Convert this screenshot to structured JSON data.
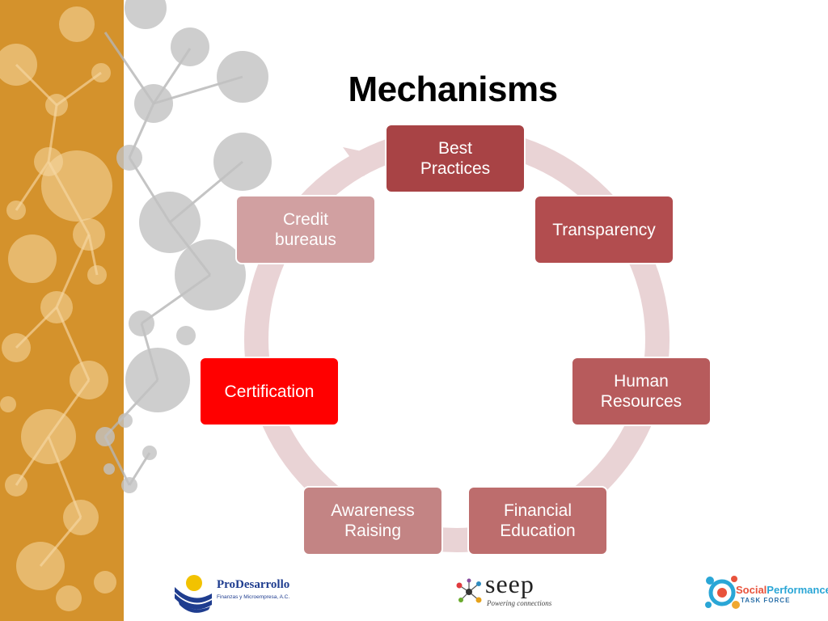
{
  "slide": {
    "title": "Mechanisms"
  },
  "cycle": {
    "nodes": [
      {
        "id": "best-practices",
        "label": "Best\nPractices",
        "color": "#a84345"
      },
      {
        "id": "transparency",
        "label": "Transparency",
        "color": "#b24d4f"
      },
      {
        "id": "human-resources",
        "label": "Human\nResources",
        "color": "#b75b5c"
      },
      {
        "id": "financial-education",
        "label": "Financial\nEducation",
        "color": "#bd6d6d"
      },
      {
        "id": "awareness-raising",
        "label": "Awareness\nRaising",
        "color": "#c38484"
      },
      {
        "id": "certification",
        "label": "Certification",
        "color": "#ff0000"
      },
      {
        "id": "credit-bureaus",
        "label": "Credit\nbureaus",
        "color": "#d1a0a1"
      }
    ],
    "ring_color": "#e9d3d5"
  },
  "colors": {
    "side_panel": "#d4922c",
    "bubbles": "#c2c2c2"
  },
  "logos": {
    "prodesarrollo": {
      "name": "ProDesarrollo",
      "tagline": "Finanzas y Microempresa, A.C."
    },
    "seep": {
      "name": "seep",
      "tagline": "Powering connections"
    },
    "social_performance": {
      "name_a": "Social",
      "name_b": "Performance",
      "tagline": "TASK FORCE"
    }
  }
}
